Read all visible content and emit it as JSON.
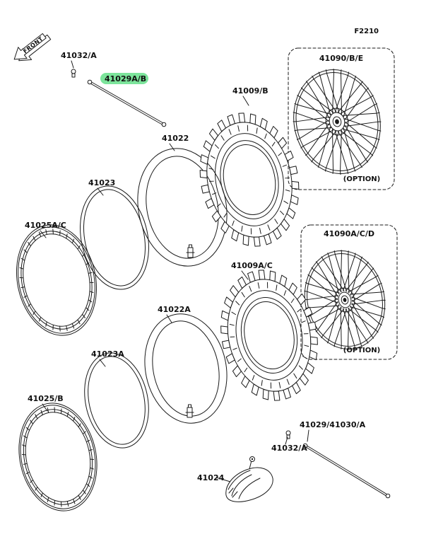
{
  "page": {
    "diagram_code": "F2210",
    "front_label": "FRONT",
    "option_label": "(OPTION)",
    "highlight_color": "#7CE49B"
  },
  "parts": [
    {
      "id": "41032-a-top",
      "label": "41032/A"
    },
    {
      "id": "41029a-b",
      "label": "41029A/B",
      "highlighted": true
    },
    {
      "id": "41022",
      "label": "41022"
    },
    {
      "id": "41023",
      "label": "41023"
    },
    {
      "id": "41025a-c",
      "label": "41025A/C"
    },
    {
      "id": "41009-b",
      "label": "41009/B"
    },
    {
      "id": "41090-b-e",
      "label": "41090/B/E",
      "option": true
    },
    {
      "id": "41090a-c-d",
      "label": "41090A/C/D",
      "option": true
    },
    {
      "id": "41009a-c",
      "label": "41009A/C"
    },
    {
      "id": "41022a",
      "label": "41022A"
    },
    {
      "id": "41023a",
      "label": "41023A"
    },
    {
      "id": "41025-b",
      "label": "41025/B"
    },
    {
      "id": "41029-41030-a",
      "label": "41029/41030/A"
    },
    {
      "id": "41032-a-bottom",
      "label": "41032/A"
    },
    {
      "id": "41024",
      "label": "41024"
    }
  ]
}
